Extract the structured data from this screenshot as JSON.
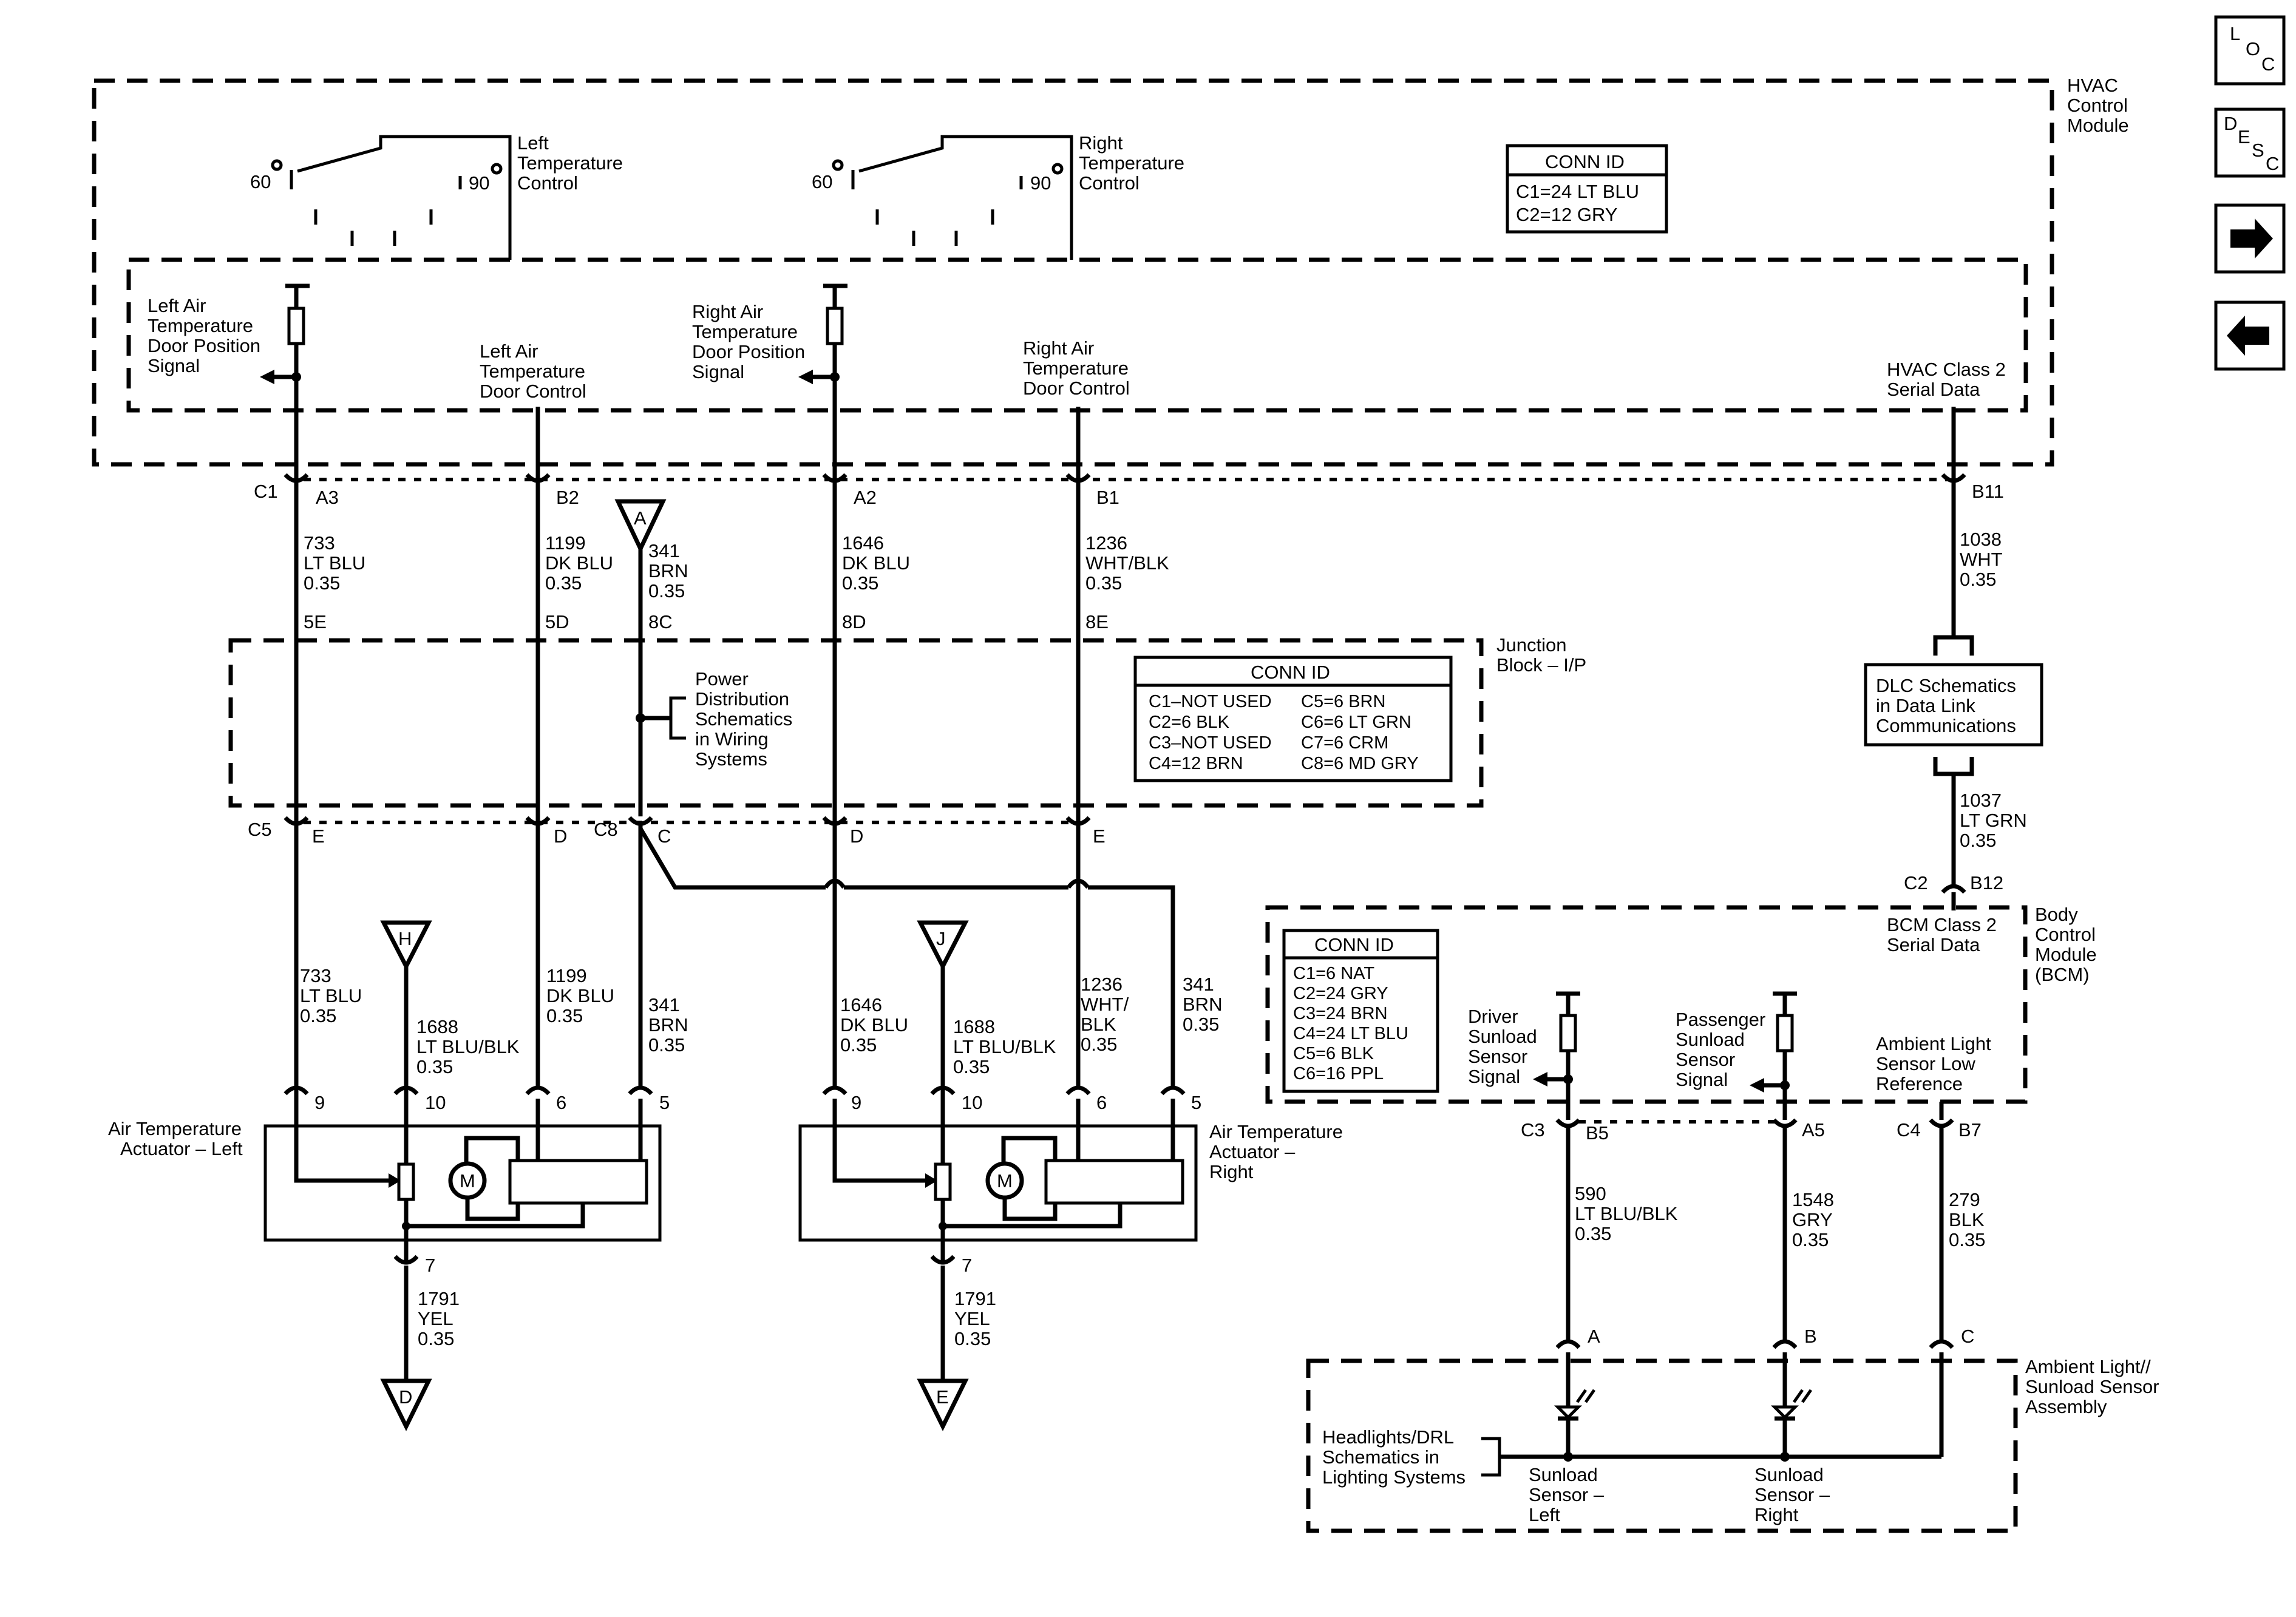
{
  "modules": {
    "hvac": [
      "HVAC",
      "Control",
      "Module"
    ],
    "junction_block": [
      "Junction",
      "Block – I/P"
    ],
    "bcm": [
      "Body",
      "Control",
      "Module",
      "(BCM)"
    ],
    "sensor_assembly": [
      "Ambient Light//",
      "Sunload Sensor",
      "Assembly"
    ]
  },
  "temp_controls": {
    "left": [
      "Left",
      "Temperature",
      "Control"
    ],
    "right": [
      "Right",
      "Temperature",
      "Control"
    ],
    "low": "60",
    "high": "90"
  },
  "conn_hvac": {
    "title": "CONN ID",
    "rows": [
      "C1=24 LT BLU",
      "C2=12 GRY"
    ]
  },
  "conn_jb": {
    "title": "CONN ID",
    "left": [
      "C1–NOT USED",
      "C2=6 BLK",
      "C3–NOT USED",
      "C4=12 BRN"
    ],
    "right": [
      "C5=6 BRN",
      "C6=6 LT GRN",
      "C7=6 CRM",
      "C8=6 MD GRY"
    ]
  },
  "conn_bcm": {
    "title": "CONN ID",
    "rows": [
      "C1=6 NAT",
      "C2=24 GRY",
      "C3=24 BRN",
      "C4=24 LT BLU",
      "C5=6 BLK",
      "C6=16 PPL"
    ]
  },
  "hvac_signals": {
    "left_pos": [
      "Left Air",
      "Temperature",
      "Door Position",
      "Signal"
    ],
    "left_ctrl": [
      "Left Air",
      "Temperature",
      "Door Control"
    ],
    "right_pos": [
      "Right Air",
      "Temperature",
      "Door Position",
      "Signal"
    ],
    "right_ctrl": [
      "Right Air",
      "Temperature",
      "Door Control"
    ],
    "class2": [
      "HVAC Class 2",
      "Serial Data"
    ]
  },
  "connectors": {
    "c1": "C1",
    "a3": "A3",
    "b2": "B2",
    "a2": "A2",
    "b1": "B1",
    "b11": "B11",
    "c5": "C5",
    "c8": "C8",
    "e": "E",
    "d": "D",
    "c": "C",
    "c2": "C2",
    "b12": "B12",
    "c3": "C3",
    "b5": "B5",
    "a5": "A5",
    "c4": "C4",
    "b7": "B7",
    "pin9": "9",
    "pin10": "10",
    "pin6": "6",
    "pin5": "5",
    "pin7": "7",
    "pa": "A",
    "pb": "B",
    "pc": "C"
  },
  "splices": {
    "s5e": "5E",
    "s5d": "5D",
    "s8c": "8C",
    "s8d": "8D",
    "s8e": "8E"
  },
  "wires": {
    "w733": [
      "733",
      "LT BLU",
      "0.35"
    ],
    "w1199": [
      "1199",
      "DK BLU",
      "0.35"
    ],
    "w341": [
      "341",
      "BRN",
      "0.35"
    ],
    "w1646": [
      "1646",
      "DK BLU",
      "0.35"
    ],
    "w1236": [
      "1236",
      "WHT/BLK",
      "0.35"
    ],
    "w1236b": [
      "1236",
      "WHT/",
      "BLK",
      "0.35"
    ],
    "w1038": [
      "1038",
      "WHT",
      "0.35"
    ],
    "w1037": [
      "1037",
      "LT GRN",
      "0.35"
    ],
    "w1688": [
      "1688",
      "LT BLU/BLK",
      "0.35"
    ],
    "w1791": [
      "1791",
      "YEL",
      "0.35"
    ],
    "w590": [
      "590",
      "LT BLU/BLK",
      "0.35"
    ],
    "w1548": [
      "1548",
      "GRY",
      "0.35"
    ],
    "w279": [
      "279",
      "BLK",
      "0.35"
    ]
  },
  "references": {
    "a": "A",
    "h": "H",
    "j": "J",
    "d": "D",
    "e": "E"
  },
  "notes": {
    "power_dist": [
      "Power",
      "Distribution",
      "Schematics",
      "in Wiring",
      "Systems"
    ],
    "dlc": [
      "DLC Schematics",
      "in Data Link",
      "Communications"
    ],
    "headlights": [
      "Headlights/DRL",
      "Schematics in",
      "Lighting Systems"
    ]
  },
  "bcm_signals": {
    "class2": [
      "BCM Class 2",
      "Serial Data"
    ],
    "driver": [
      "Driver",
      "Sunload",
      "Sensor",
      "Signal"
    ],
    "passenger": [
      "Passenger",
      "Sunload",
      "Sensor",
      "Signal"
    ],
    "ambient": [
      "Ambient Light",
      "Sensor Low",
      "Reference"
    ]
  },
  "actuators": {
    "left": [
      "Air Temperature",
      "Actuator – Left"
    ],
    "right": [
      "Air Temperature",
      "Actuator –",
      "Right"
    ],
    "motor": "M"
  },
  "sensors": {
    "left": [
      "Sunload",
      "Sensor –",
      "Left"
    ],
    "right": [
      "Sunload",
      "Sensor –",
      "Right"
    ]
  },
  "nav": {
    "loc": [
      "L",
      "O",
      "C"
    ],
    "desc": [
      "D",
      "E",
      "S",
      "C"
    ],
    "next": "→",
    "prev": "←"
  }
}
